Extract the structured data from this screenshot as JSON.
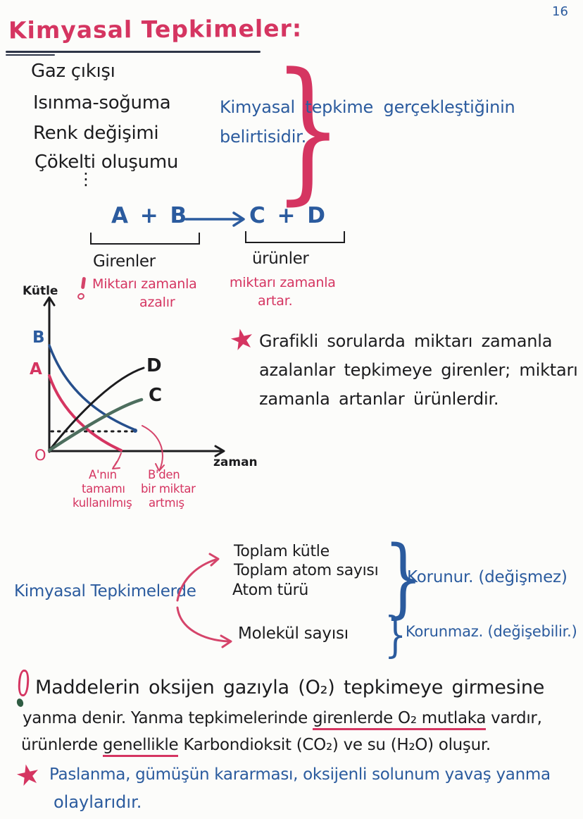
{
  "page": {
    "number": "16"
  },
  "title": "Kimyasal Tepkimeler:",
  "signs": {
    "items": [
      "Gaz çıkışı",
      "Isınma-soğuma",
      "Renk değişimi",
      "Çökelti oluşumu"
    ],
    "ellipsis": "⋮",
    "note_line1": "Kimyasal tepkime gerçekleştiğinin",
    "note_line2": "belirtisidir."
  },
  "equation": {
    "left": "A + B",
    "right": "C + D",
    "left_label": "Girenler",
    "right_label": "ürünler",
    "left_note1": "Miktarı zamanla",
    "left_note2": "azalır",
    "right_note1": "miktarı zamanla",
    "right_note2": "artar."
  },
  "chart_data": {
    "type": "line",
    "xlabel": "zaman",
    "ylabel": "Kütle",
    "origin": "O",
    "series": [
      {
        "name": "B",
        "role": "giren (reactant)",
        "trend": "decreases with time, a small amount remains",
        "color": "#264f8c"
      },
      {
        "name": "A",
        "role": "giren (reactant)",
        "trend": "decreases with time to zero (fully consumed)",
        "color": "#d53561"
      },
      {
        "name": "D",
        "role": "ürün (product)",
        "trend": "increases with time",
        "color": "#1c1c1e"
      },
      {
        "name": "C",
        "role": "ürün (product)",
        "trend": "increases with time",
        "color": "#4d6e5e"
      }
    ],
    "annotation_a": {
      "line1": "A'nın",
      "line2": "tamamı",
      "line3": "kullanılmış"
    },
    "annotation_b": {
      "line1": "B'den",
      "line2": "bir miktar",
      "line3": "artmış"
    }
  },
  "graph_note": {
    "line1": "Grafikli sorularda miktarı zamanla",
    "line2": "azalanlar tepkimeye girenler; miktarı",
    "line3": "zamanla artanlar ürünlerdir."
  },
  "conservation": {
    "label": "Kimyasal Tepkimelerde",
    "conserved_items": [
      "Toplam kütle",
      "Toplam atom sayısı",
      "Atom türü"
    ],
    "conserved_result": "Korunur. (değişmez)",
    "not_conserved_item": "Molekül sayısı",
    "not_conserved_result": "Korunmaz. (değişebilir.)"
  },
  "combustion": {
    "line1": "Maddelerin oksijen gazıyla (O₂) tepkimeye girmesine",
    "line2_pre": "yanma denir. Yanma tepkimelerinde ",
    "line2_underlined": "girenlerde O₂ mutlaka",
    "line2_post": " vardır,",
    "line3_pre": "ürünlerde ",
    "line3_underlined": "genellikle",
    "line3_post": " Karbondioksit (CO₂) ve su (H₂O) oluşur."
  },
  "slow_burning": {
    "line1": "Paslanma, gümüşün kararması, oksijenli solunum yavaş yanma",
    "line2": "olaylarıdır."
  },
  "glyphs": {
    "brace": "}",
    "star": "★"
  },
  "colors": {
    "red_ink": "#d53561",
    "blue_ink": "#2b5b9e",
    "black_ink": "#1c1c1e",
    "green_ink": "#4d6e5e",
    "underline": "#2e3547",
    "paper": "#fcfcfa"
  }
}
